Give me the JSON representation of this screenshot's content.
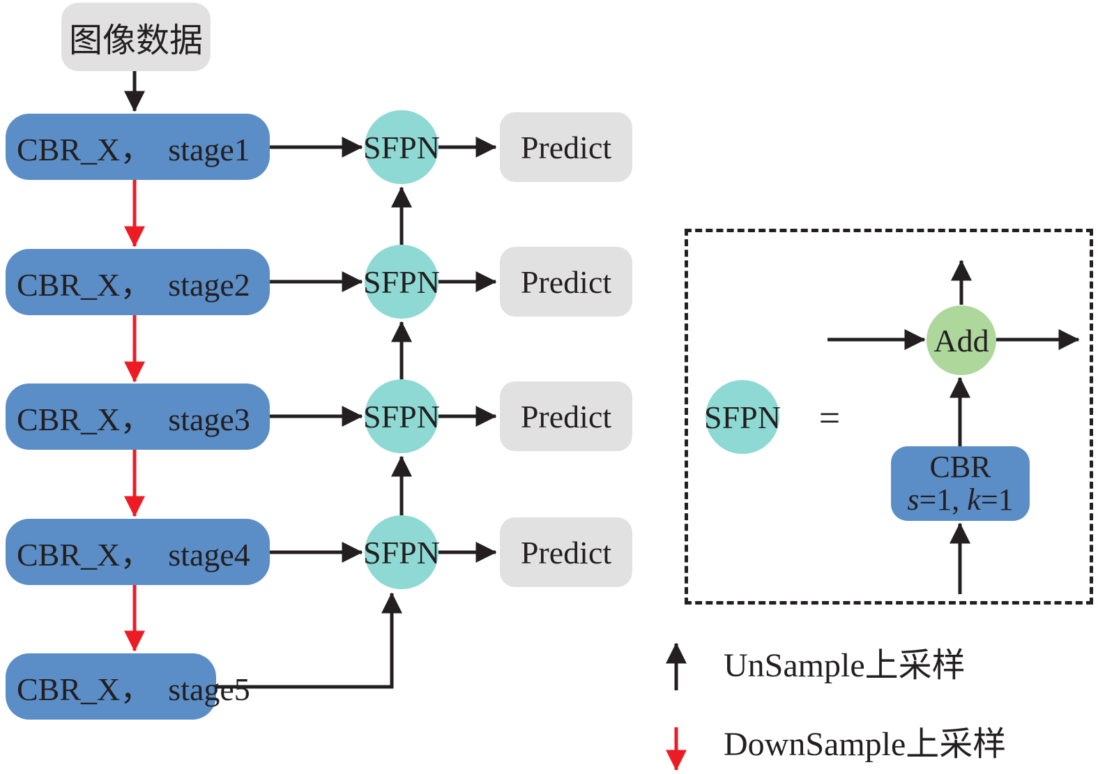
{
  "diagram": {
    "input_box": {
      "label": "图像数据"
    },
    "stages": [
      {
        "label": "CBR_X，  stage1"
      },
      {
        "label": "CBR_X，  stage2"
      },
      {
        "label": "CBR_X，  stage3"
      },
      {
        "label": "CBR_X，  stage4"
      },
      {
        "label": "CBR_X，  stage5"
      }
    ],
    "sfpn_nodes": [
      {
        "label": "SFPN"
      },
      {
        "label": "SFPN"
      },
      {
        "label": "SFPN"
      },
      {
        "label": "SFPN"
      }
    ],
    "predict_nodes": [
      {
        "label": "Predict"
      },
      {
        "label": "Predict"
      },
      {
        "label": "Predict"
      },
      {
        "label": "Predict"
      }
    ],
    "detail_panel": {
      "sfpn_label": "SFPN",
      "equals_sign": "=",
      "add_label": "Add",
      "cbr_title": "CBR",
      "cbr_params": {
        "s": "s",
        "eq1": "=1, ",
        "k": "k",
        "eq2": "=1"
      }
    },
    "legend": {
      "up_item": {
        "symbol": "black-up-arrow",
        "label": "UnSample上采样"
      },
      "down_item": {
        "symbol": "red-down-arrow",
        "label": "DownSample上采样"
      }
    },
    "colors": {
      "stage_blue": "#5b8dc6",
      "sfpn_teal": "#8ed9d3",
      "add_green": "#aed79c",
      "node_gray": "#e1e1e1",
      "arrow_black": "#231f20",
      "arrow_red": "#ed1c24"
    }
  }
}
